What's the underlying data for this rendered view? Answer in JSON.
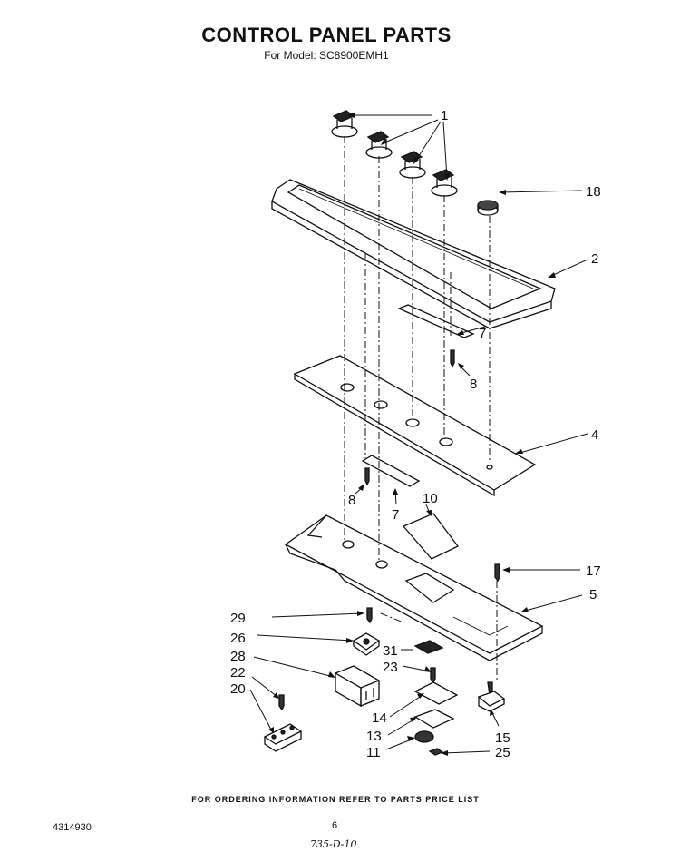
{
  "title": "CONTROL PANEL PARTS",
  "subtitle": "For Model: SC8900EMH1",
  "footer_note": "FOR ORDERING INFORMATION REFER TO PARTS PRICE LIST",
  "doc_number": "4314930",
  "page_number": "6",
  "handwritten_code": "735-D-10",
  "callouts": {
    "c1": "1",
    "c18": "18",
    "c2": "2",
    "c7a": "7",
    "c8a": "8",
    "c4": "4",
    "c8b": "8",
    "c7b": "7",
    "c10": "10",
    "c17": "17",
    "c5": "5",
    "c29": "29",
    "c26": "26",
    "c28": "28",
    "c31": "31",
    "c23": "23",
    "c22": "22",
    "c20": "20",
    "c14": "14",
    "c13": "13",
    "c11": "11",
    "c15": "15",
    "c25": "25"
  }
}
